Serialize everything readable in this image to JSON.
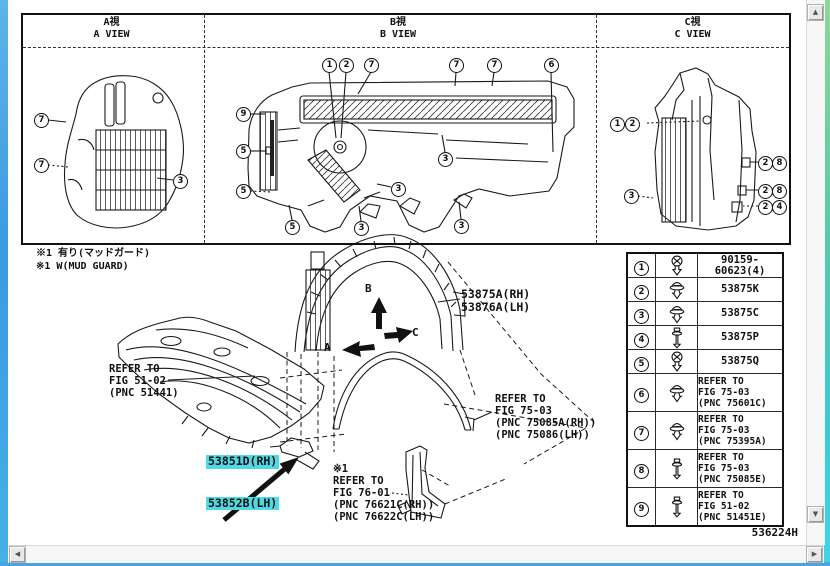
{
  "views": [
    {
      "jp": "A視",
      "en": "A VIEW"
    },
    {
      "jp": "B視",
      "en": "B VIEW"
    },
    {
      "jp": "C視",
      "en": "C VIEW"
    }
  ],
  "view_a": {
    "callouts": [
      "7",
      "7",
      "3"
    ]
  },
  "view_b": {
    "callouts": [
      "1",
      "2",
      "7",
      "7",
      "7",
      "6",
      "9",
      "5",
      "5",
      "5",
      "3",
      "3",
      "3",
      "3"
    ]
  },
  "view_c": {
    "callouts": [
      "1",
      "2",
      "3",
      "2",
      "8",
      "2",
      "8",
      "2",
      "4"
    ]
  },
  "notes": {
    "line1": "※1 有り(マッドガード)",
    "line2": "※1 W(MUD GUARD)"
  },
  "main_labels": {
    "liner_rh": "53875A(RH)",
    "liner_lh": "53876A(LH)",
    "undercover": "REFER TO\nFIG 51-02\n(PNC 51441)",
    "highlight_rh": "53851D(RH)",
    "highlight_lh": "53852B(LH)",
    "arch_moulding": "REFER TO\nFIG 75-03\n(PNC 75085A(RH))\n(PNC 75086(LH))",
    "mud_guard": "※1\nREFER TO\nFIG 76-01\n(PNC 76621C(RH))\n(PNC 76622C(LH))",
    "dir_a": "A",
    "dir_b": "B",
    "dir_c": "C"
  },
  "parts_table": {
    "rows": [
      {
        "num": "1",
        "icon": "screw-grommet-icon",
        "icon_href": "#ic-grommet",
        "text": "90159-60623(4)"
      },
      {
        "num": "2",
        "icon": "clip-icon",
        "icon_href": "#ic-clip",
        "text": "53875K"
      },
      {
        "num": "3",
        "icon": "clip-icon",
        "icon_href": "#ic-clip",
        "text": "53875C"
      },
      {
        "num": "4",
        "icon": "push-pin-icon",
        "icon_href": "#ic-pin",
        "text": "53875P"
      },
      {
        "num": "5",
        "icon": "screw-grommet-icon",
        "icon_href": "#ic-grommet",
        "text": "53875Q"
      },
      {
        "num": "6",
        "icon": "clip-icon",
        "icon_href": "#ic-clip",
        "text": "REFER TO\nFIG 75-03\n(PNC 75601C)"
      },
      {
        "num": "7",
        "icon": "clip-icon",
        "icon_href": "#ic-clip",
        "text": "REFER TO\nFIG 75-03\n(PNC 75395A)"
      },
      {
        "num": "8",
        "icon": "push-pin-icon",
        "icon_href": "#ic-pin",
        "text": "REFER TO\nFIG 75-03\n(PNC 75085E)"
      },
      {
        "num": "9",
        "icon": "push-pin-icon",
        "icon_href": "#ic-pin",
        "text": "REFER TO\nFIG 51-02\n(PNC 51451E)"
      }
    ]
  },
  "figure_code": "536224H",
  "icons": {
    "scroll_up": "▲",
    "scroll_down": "▼",
    "scroll_left": "◀",
    "scroll_right": "▶"
  },
  "colors": {
    "highlight": "#4FD9E4",
    "desktop_blue": "#47A5E3",
    "desktop_teal_top": "#8FD795",
    "desktop_teal_bottom": "#41D4EA",
    "paper": "#FFFFFF",
    "ink": "#141414"
  }
}
